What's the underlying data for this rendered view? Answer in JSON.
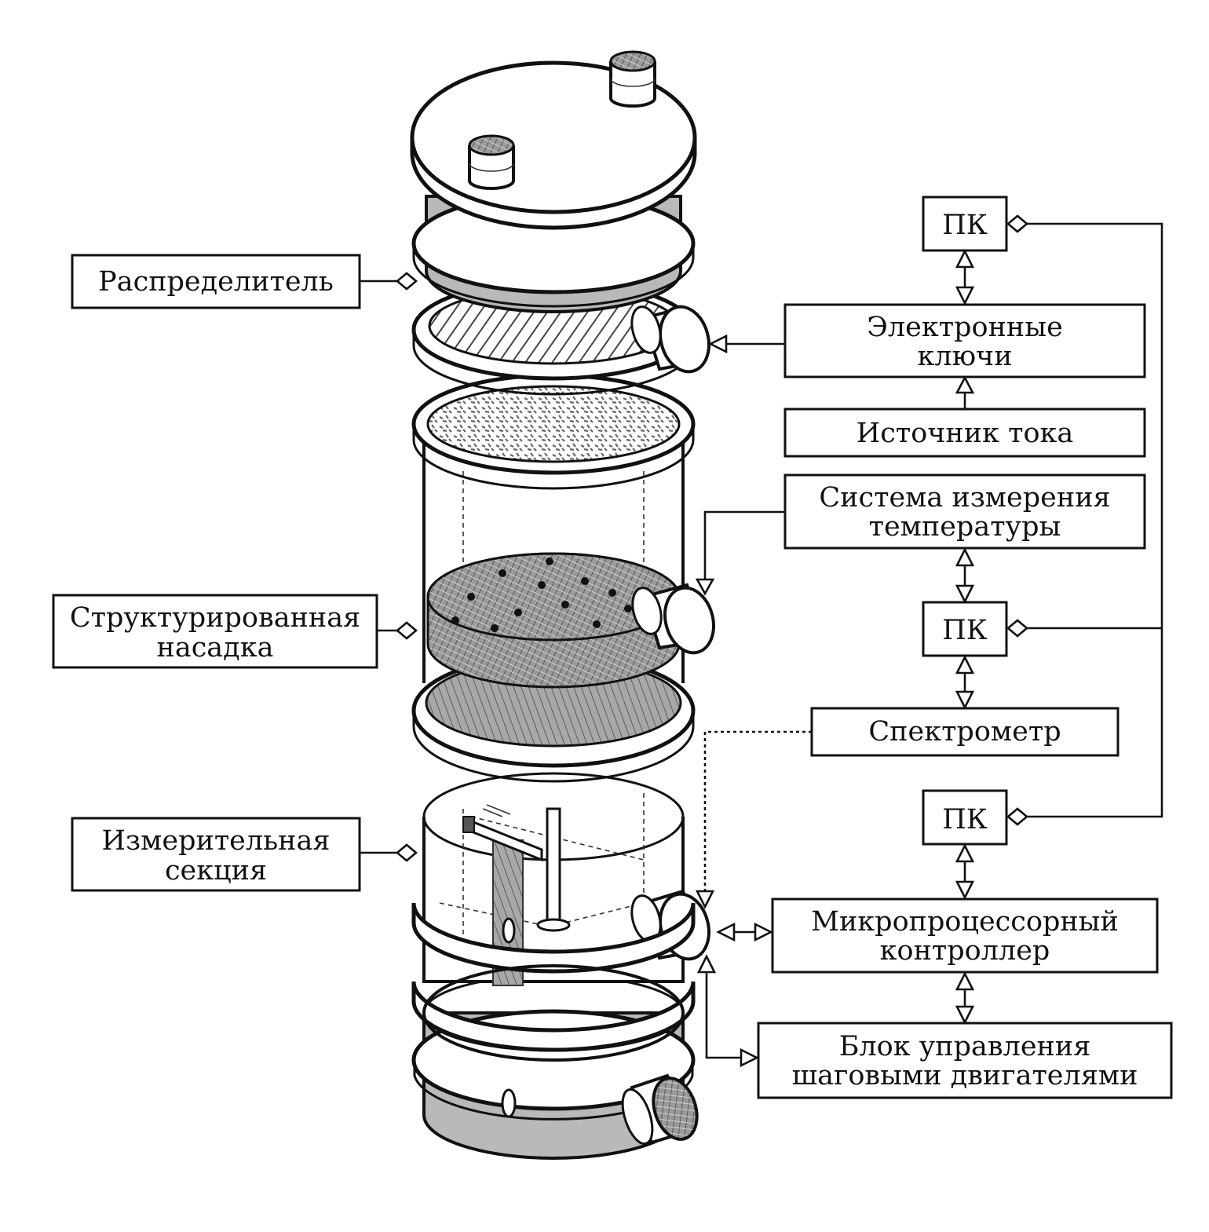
{
  "colors": {
    "line": "#111111",
    "background": "#ffffff",
    "column_band": "#b9b9b9"
  },
  "left_labels": {
    "distributor": "Распределитель",
    "structured_packing_line1": "Структурированная",
    "structured_packing_line2": "насадка",
    "measuring_section_line1": "Измерительная",
    "measuring_section_line2": "секция"
  },
  "right_blocks": {
    "pc_1": "ПК",
    "electronic_keys_line1": "Электронные",
    "electronic_keys_line2": "ключи",
    "current_source": "Источник тока",
    "temp_system_line1": "Система измерения",
    "temp_system_line2": "температуры",
    "pc_2": "ПК",
    "spectrometer": "Спектрометр",
    "pc_3": "ПК",
    "microcontroller_line1": "Микропроцессорный",
    "microcontroller_line2": "контроллер",
    "stepper_block_line1": "Блок управления",
    "stepper_block_line2": "шаговыми двигателями"
  },
  "icons": [
    "column-apparatus-drawing",
    "diamond-connector-icon",
    "hollow-arrow-icon"
  ]
}
